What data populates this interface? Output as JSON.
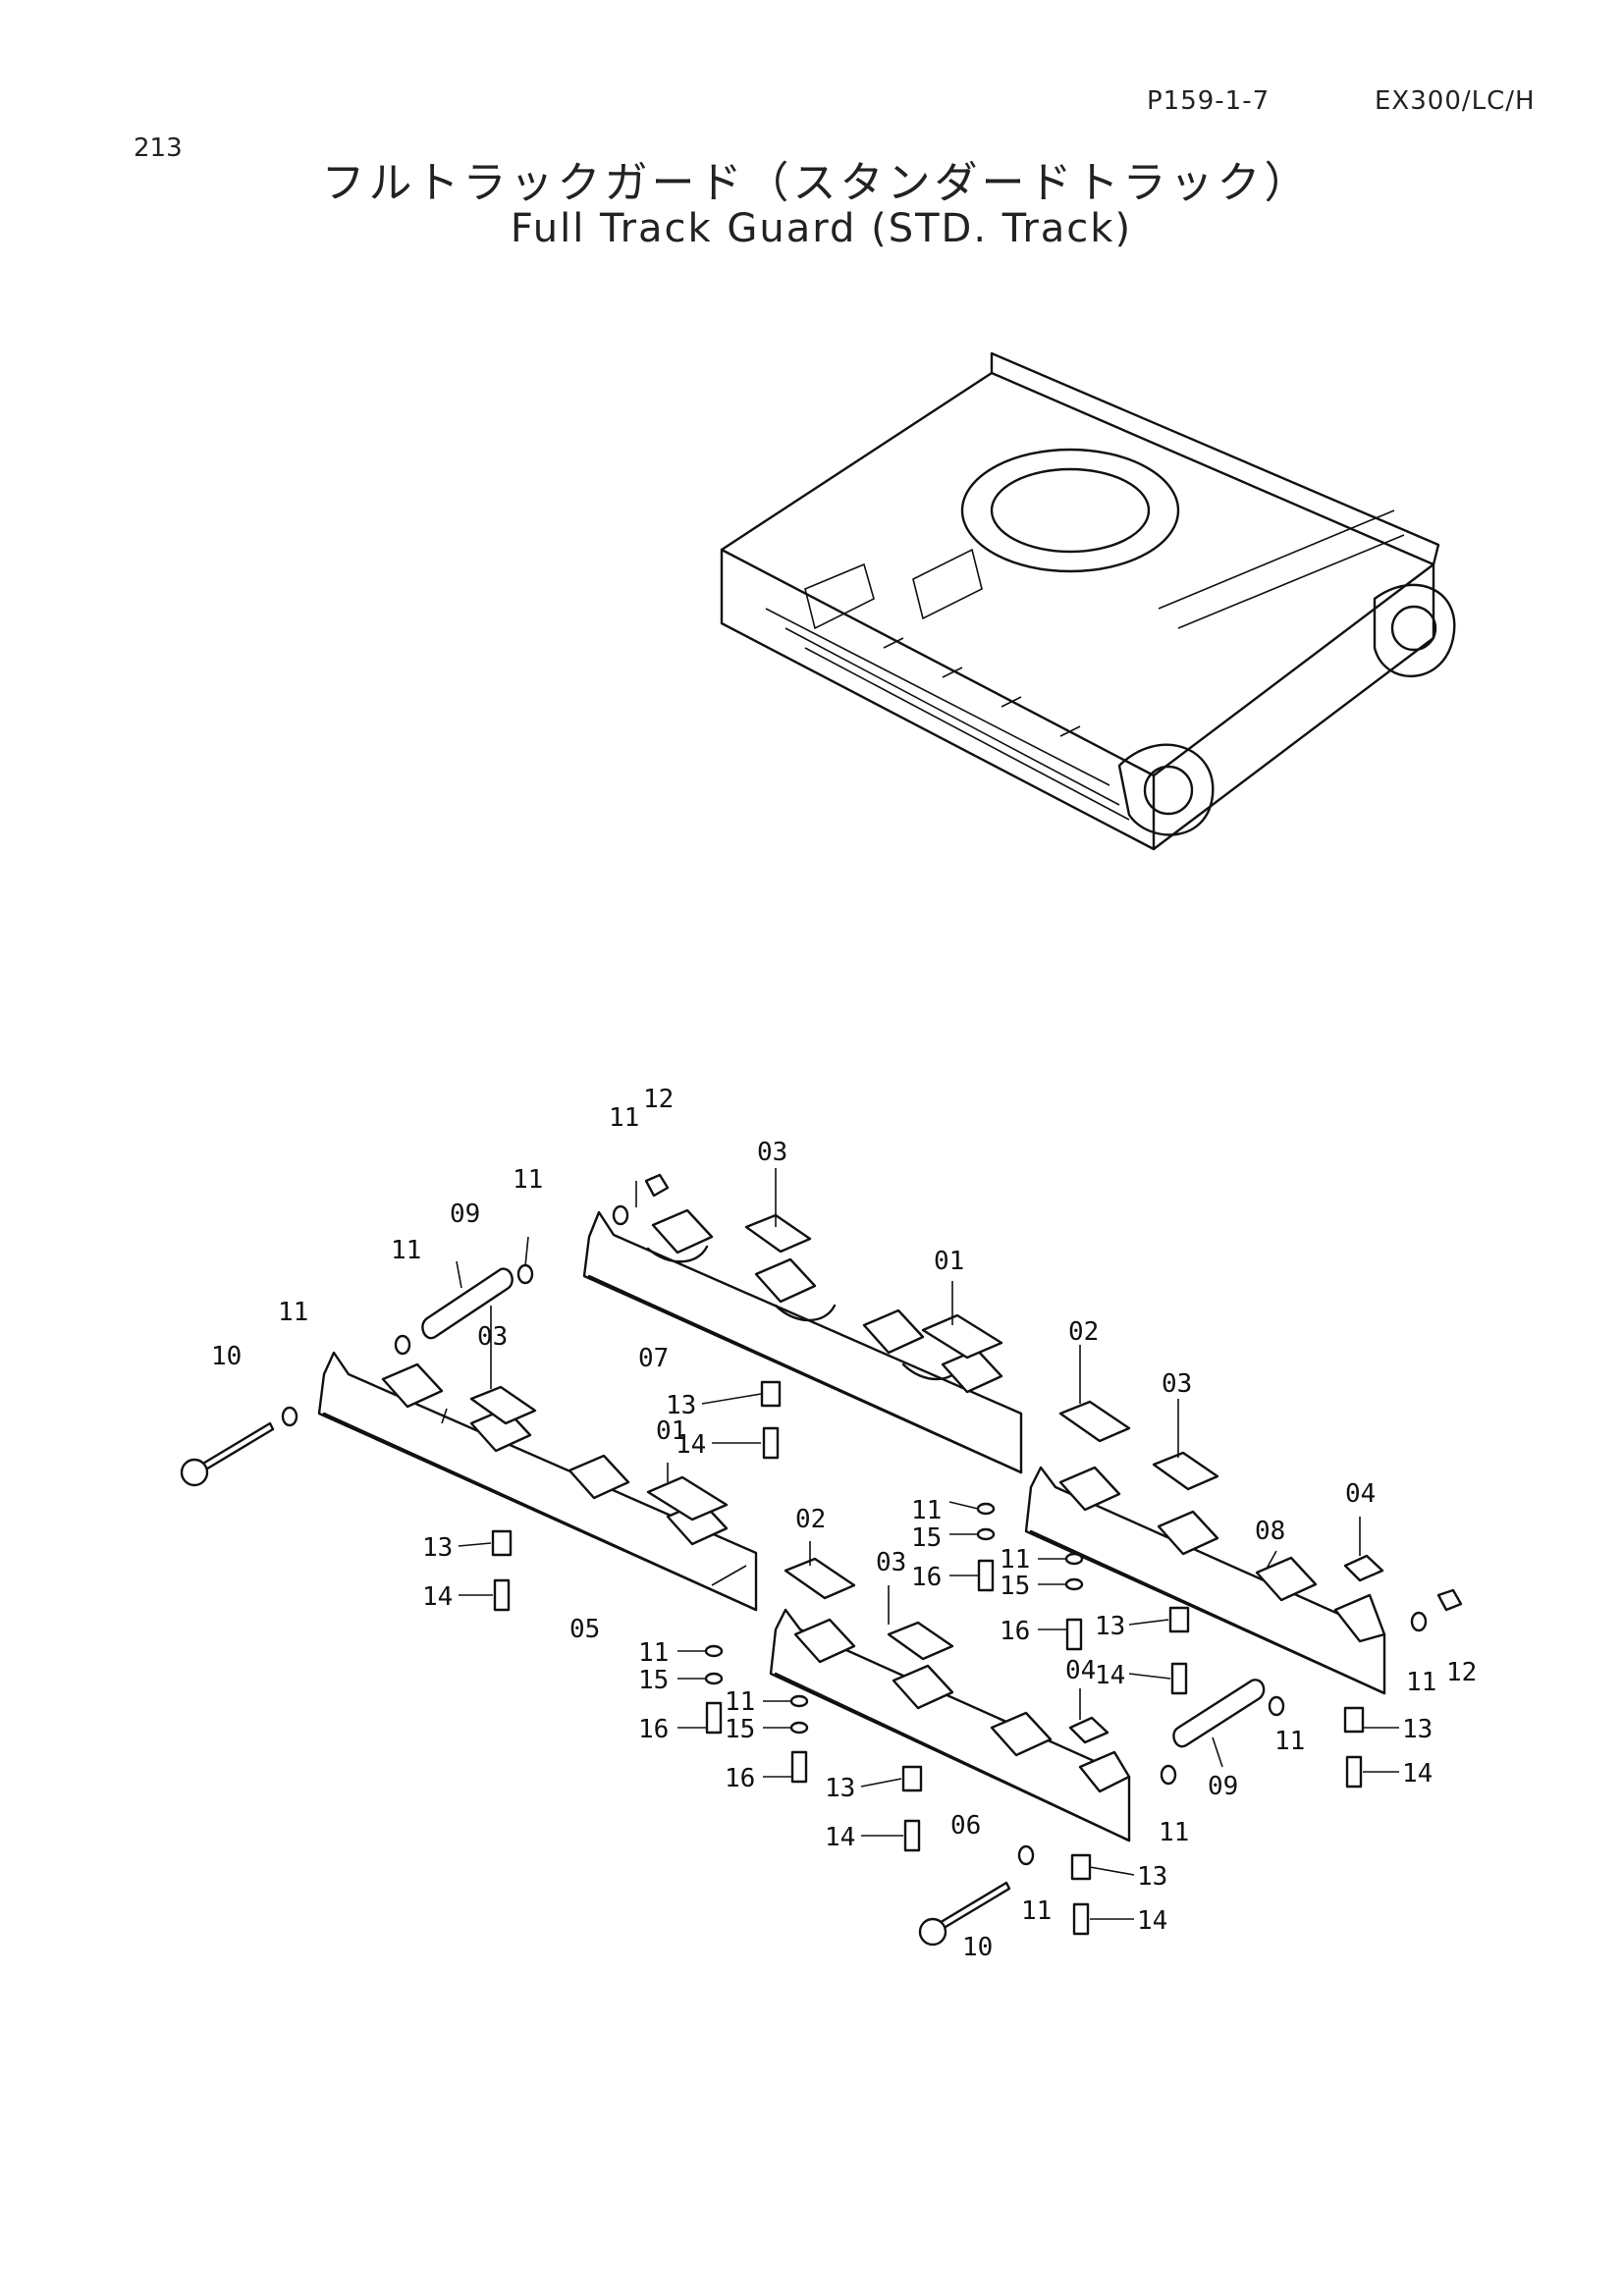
{
  "header": {
    "page_code": "P159-1-7",
    "model": "EX300/LC/H",
    "page_number": "213",
    "title_jp": "フルトラックガード（スタンダードトラック）",
    "title_en": "Full Track Guard (STD. Track)"
  },
  "callouts": [
    "01",
    "02",
    "03",
    "04",
    "05",
    "06",
    "07",
    "08",
    "09",
    "10",
    "11",
    "12",
    "13",
    "14",
    "15",
    "16"
  ]
}
